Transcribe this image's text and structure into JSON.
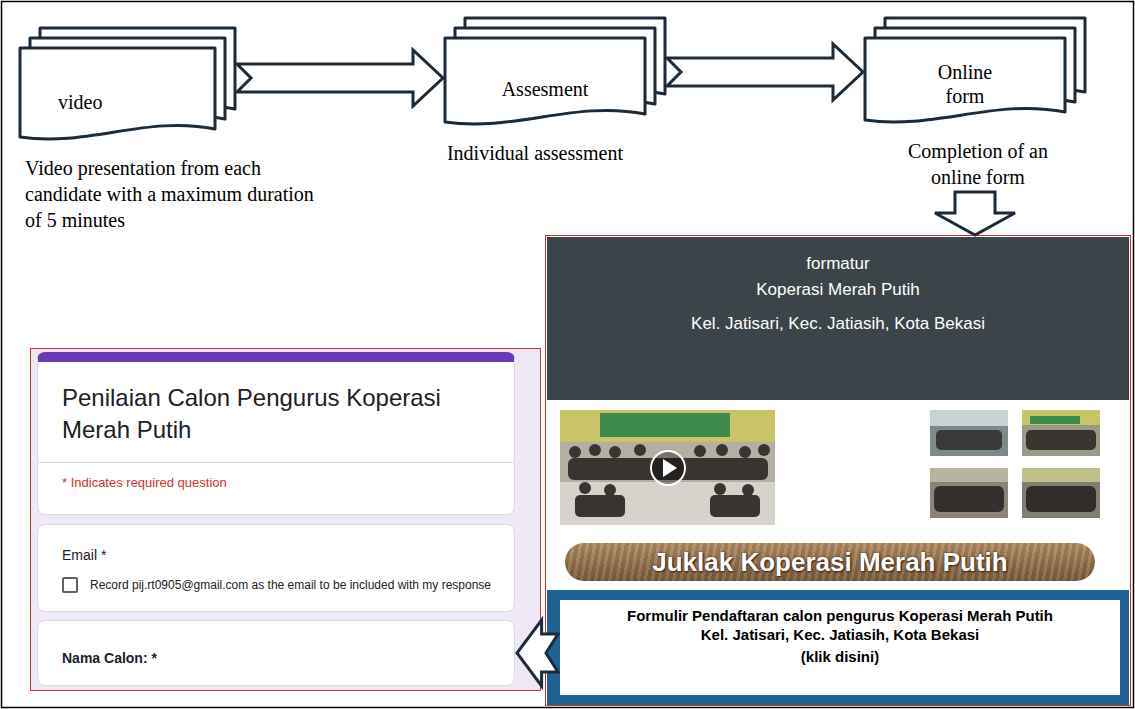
{
  "diagram": {
    "nodes": [
      {
        "text": [
          "video",
          "Video presentation from each candidate with a maximum duration of 5 minutes"
        ]
      },
      {
        "text": [
          "Assesment",
          "Individual assessment"
        ]
      },
      {
        "text": [
          "Online form",
          "Completion of an online form"
        ]
      },
      {
        "text": [
          "formatur",
          "Koperasi Merah Putih",
          "Kel. Jatisari, Kec. Jatiasih, Kota Bekasi"
        ]
      },
      {
        "text": [
          "Juklak Koperasi Merah Putih"
        ]
      },
      {
        "text": [
          "Formulir Pendaftaran calon pengurus Koperasi Merah Putih",
          "Kel. Jatisari, Kec. Jatiasih, Kota Bekasi",
          "(klik disini)"
        ]
      },
      {
        "text": [
          "Penilaian Calon Pengurus Koperasi Merah Putih",
          "* Indicates required question"
        ]
      },
      {
        "text": [
          "Email *",
          "Record pij.rt0905@gmail.com as the email to be included with my response"
        ]
      },
      {
        "text": [
          "Nama Calon: *"
        ]
      }
    ],
    "edges": [
      {
        "from": 0,
        "to": 1,
        "arrow": "to"
      },
      {
        "from": 1,
        "to": 2,
        "arrow": "to"
      },
      {
        "from": 2,
        "to": 3,
        "arrow": "to"
      },
      {
        "from": 5,
        "to": 8,
        "arrow": "to"
      }
    ]
  }
}
